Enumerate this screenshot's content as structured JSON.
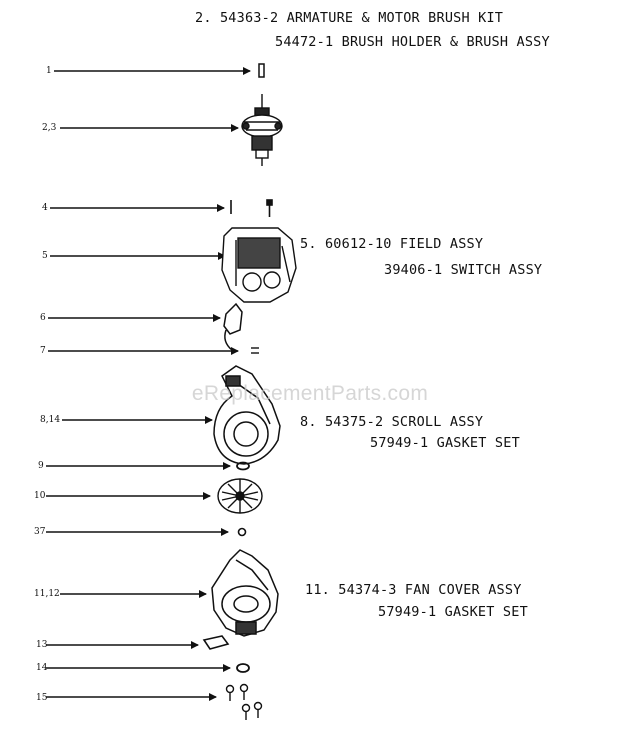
{
  "captions": {
    "c1a": "2. 54363-2 ARMATURE & MOTOR BRUSH KIT",
    "c1b": "54472-1 BRUSH HOLDER & BRUSH ASSY",
    "c2a": "5. 60612-10 FIELD ASSY",
    "c2b": "39406-1 SWITCH ASSY",
    "c3a": "8. 54375-2 SCROLL ASSY",
    "c3b": "57949-1 GASKET SET",
    "c4a": "11. 54374-3 FAN COVER ASSY",
    "c4b": "57949-1 GASKET SET"
  },
  "callouts": [
    "1",
    "2,3",
    "4",
    "5",
    "6",
    "7",
    "8,14",
    "9",
    "10",
    "37",
    "11,12",
    "13",
    "14",
    "15"
  ],
  "watermark": "eReplacementParts.com"
}
